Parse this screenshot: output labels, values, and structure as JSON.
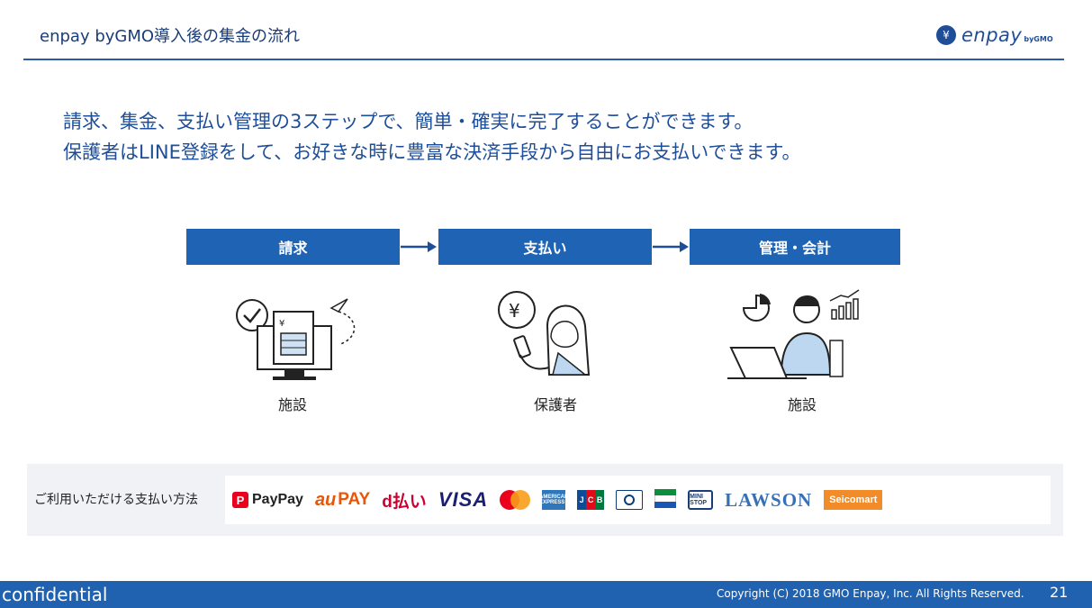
{
  "header": {
    "title": "enpay byGMO導入後の集金の流れ",
    "brand_mark": "¥",
    "brand_name": "enpay",
    "brand_by": "byGMO"
  },
  "lead": {
    "line1": "請求、集金、支払い管理の3ステップで、簡単・確実に完了することができます。",
    "line2": "保護者はLINE登録をして、お好きな時に豊富な決済手段から自由にお支払いできます。"
  },
  "steps": [
    {
      "label": "請求",
      "caption": "施設"
    },
    {
      "label": "支払い",
      "caption": "保護者"
    },
    {
      "label": "管理・会計",
      "caption": "施設"
    }
  ],
  "payments": {
    "label": "ご利用いただける支払い方法",
    "paypay": "PayPay",
    "paypay_mark": "P",
    "aupay_au": "au",
    "aupay_pay": "PAY",
    "dpay": "d払い",
    "visa": "VISA",
    "amex": "AMERICAN EXPRESS",
    "jcb": [
      "J",
      "C",
      "B"
    ],
    "ministop": "MINI STOP",
    "lawson": "LAWSON",
    "seicomart": "Seicomart"
  },
  "colors": {
    "accent": "#1f64b4",
    "title": "#1a3c78",
    "lead": "#1f4e99"
  },
  "footer": {
    "confidential": "confidential",
    "copyright": "Copyright (C) 2018 GMO Enpay, Inc. All Rights Reserved.",
    "page": "21"
  }
}
